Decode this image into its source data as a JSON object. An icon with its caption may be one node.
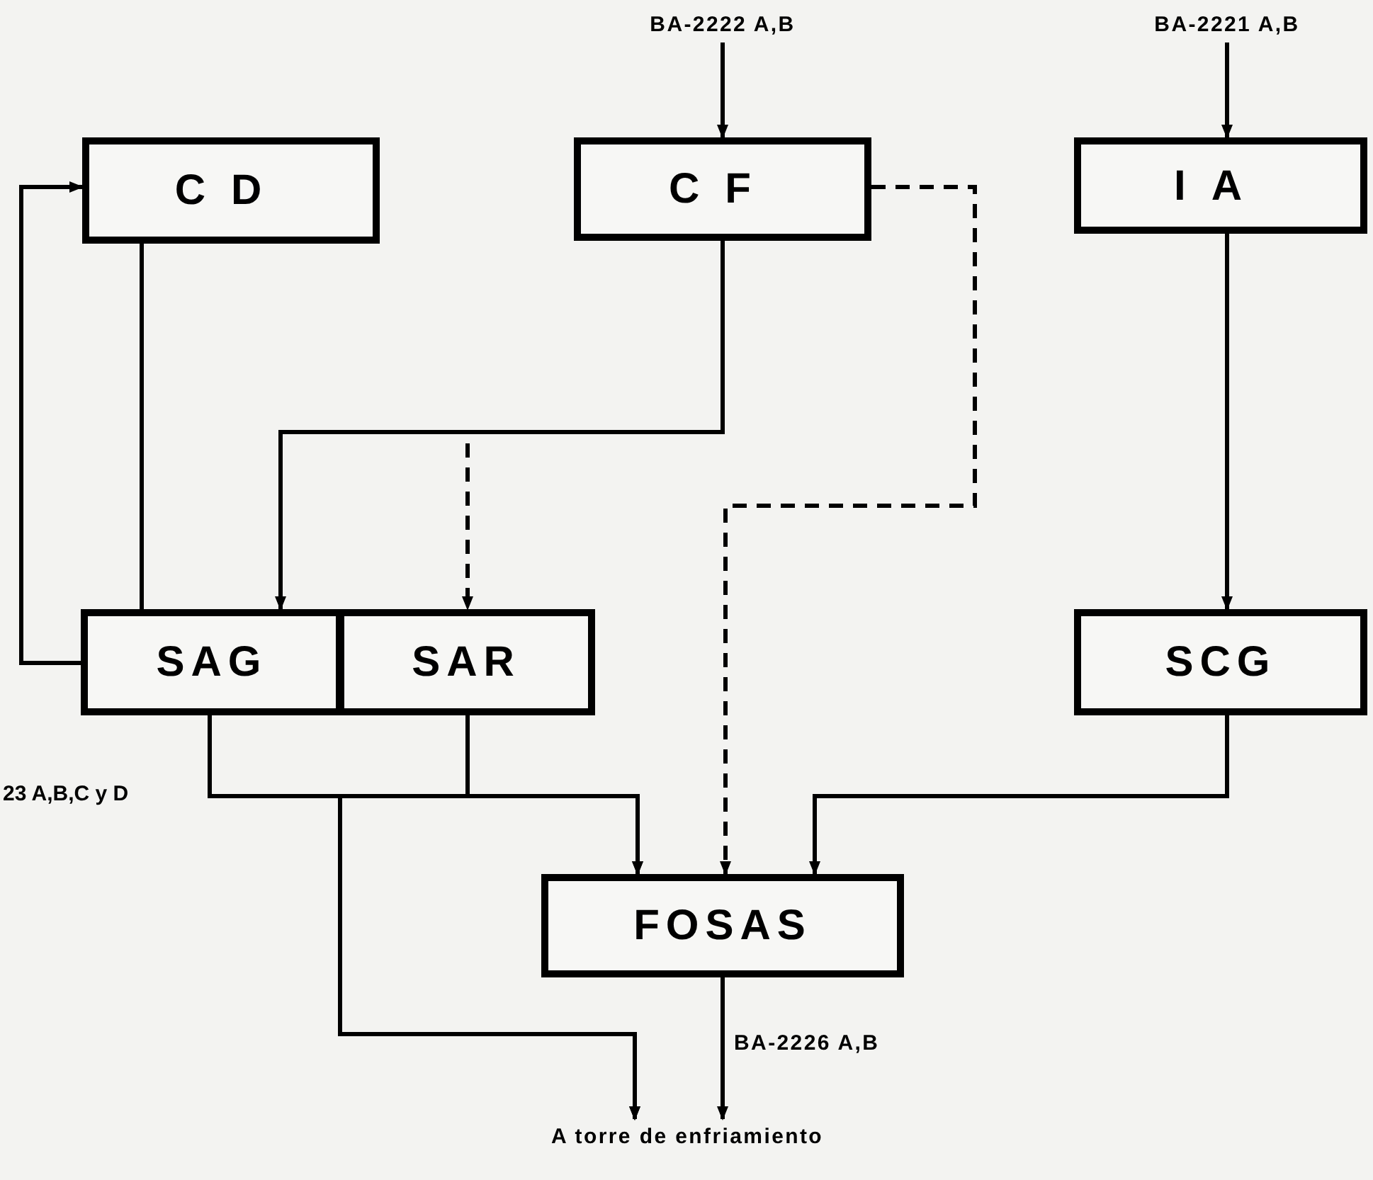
{
  "diagram": {
    "nodes": [
      {
        "text": [
          "BA-2222 A,B"
        ]
      },
      {
        "text": [
          "BA-2221 A,B"
        ]
      },
      {
        "text": [
          "CD"
        ]
      },
      {
        "text": [
          "CF"
        ]
      },
      {
        "text": [
          "IA"
        ]
      },
      {
        "text": [
          "SAG"
        ]
      },
      {
        "text": [
          "SAR"
        ]
      },
      {
        "text": [
          "SCG"
        ]
      },
      {
        "text": [
          "FOSAS"
        ]
      },
      {
        "text": [
          "A torre de enfriamiento"
        ]
      }
    ],
    "edges": [
      {
        "from": 0,
        "to": 3,
        "arrow": "to"
      },
      {
        "from": 1,
        "to": 4,
        "arrow": "to"
      },
      {
        "from": 5,
        "to": 2,
        "arrow": "to"
      },
      {
        "from": 2,
        "to": 5,
        "arrow": "none"
      },
      {
        "from": 3,
        "to": 5,
        "arrow": "to"
      },
      {
        "from": 3,
        "to": 6,
        "arrow": "to",
        "style": "dashed"
      },
      {
        "from": 3,
        "to": 8,
        "arrow": "to",
        "style": "dashed"
      },
      {
        "from": 4,
        "to": 7,
        "arrow": "to"
      },
      {
        "from": 5,
        "to": 8,
        "arrow": "to"
      },
      {
        "from": 6,
        "to": 8,
        "arrow": "to"
      },
      {
        "from": 5,
        "to": 9,
        "arrow": "to"
      },
      {
        "from": 6,
        "to": 9,
        "arrow": "to"
      },
      {
        "from": 7,
        "to": 8,
        "arrow": "to"
      },
      {
        "from": 8,
        "to": 9,
        "arrow": "to",
        "label": "BA-2226 A,B"
      }
    ],
    "labels": [
      "23 A,B,C y D"
    ]
  }
}
